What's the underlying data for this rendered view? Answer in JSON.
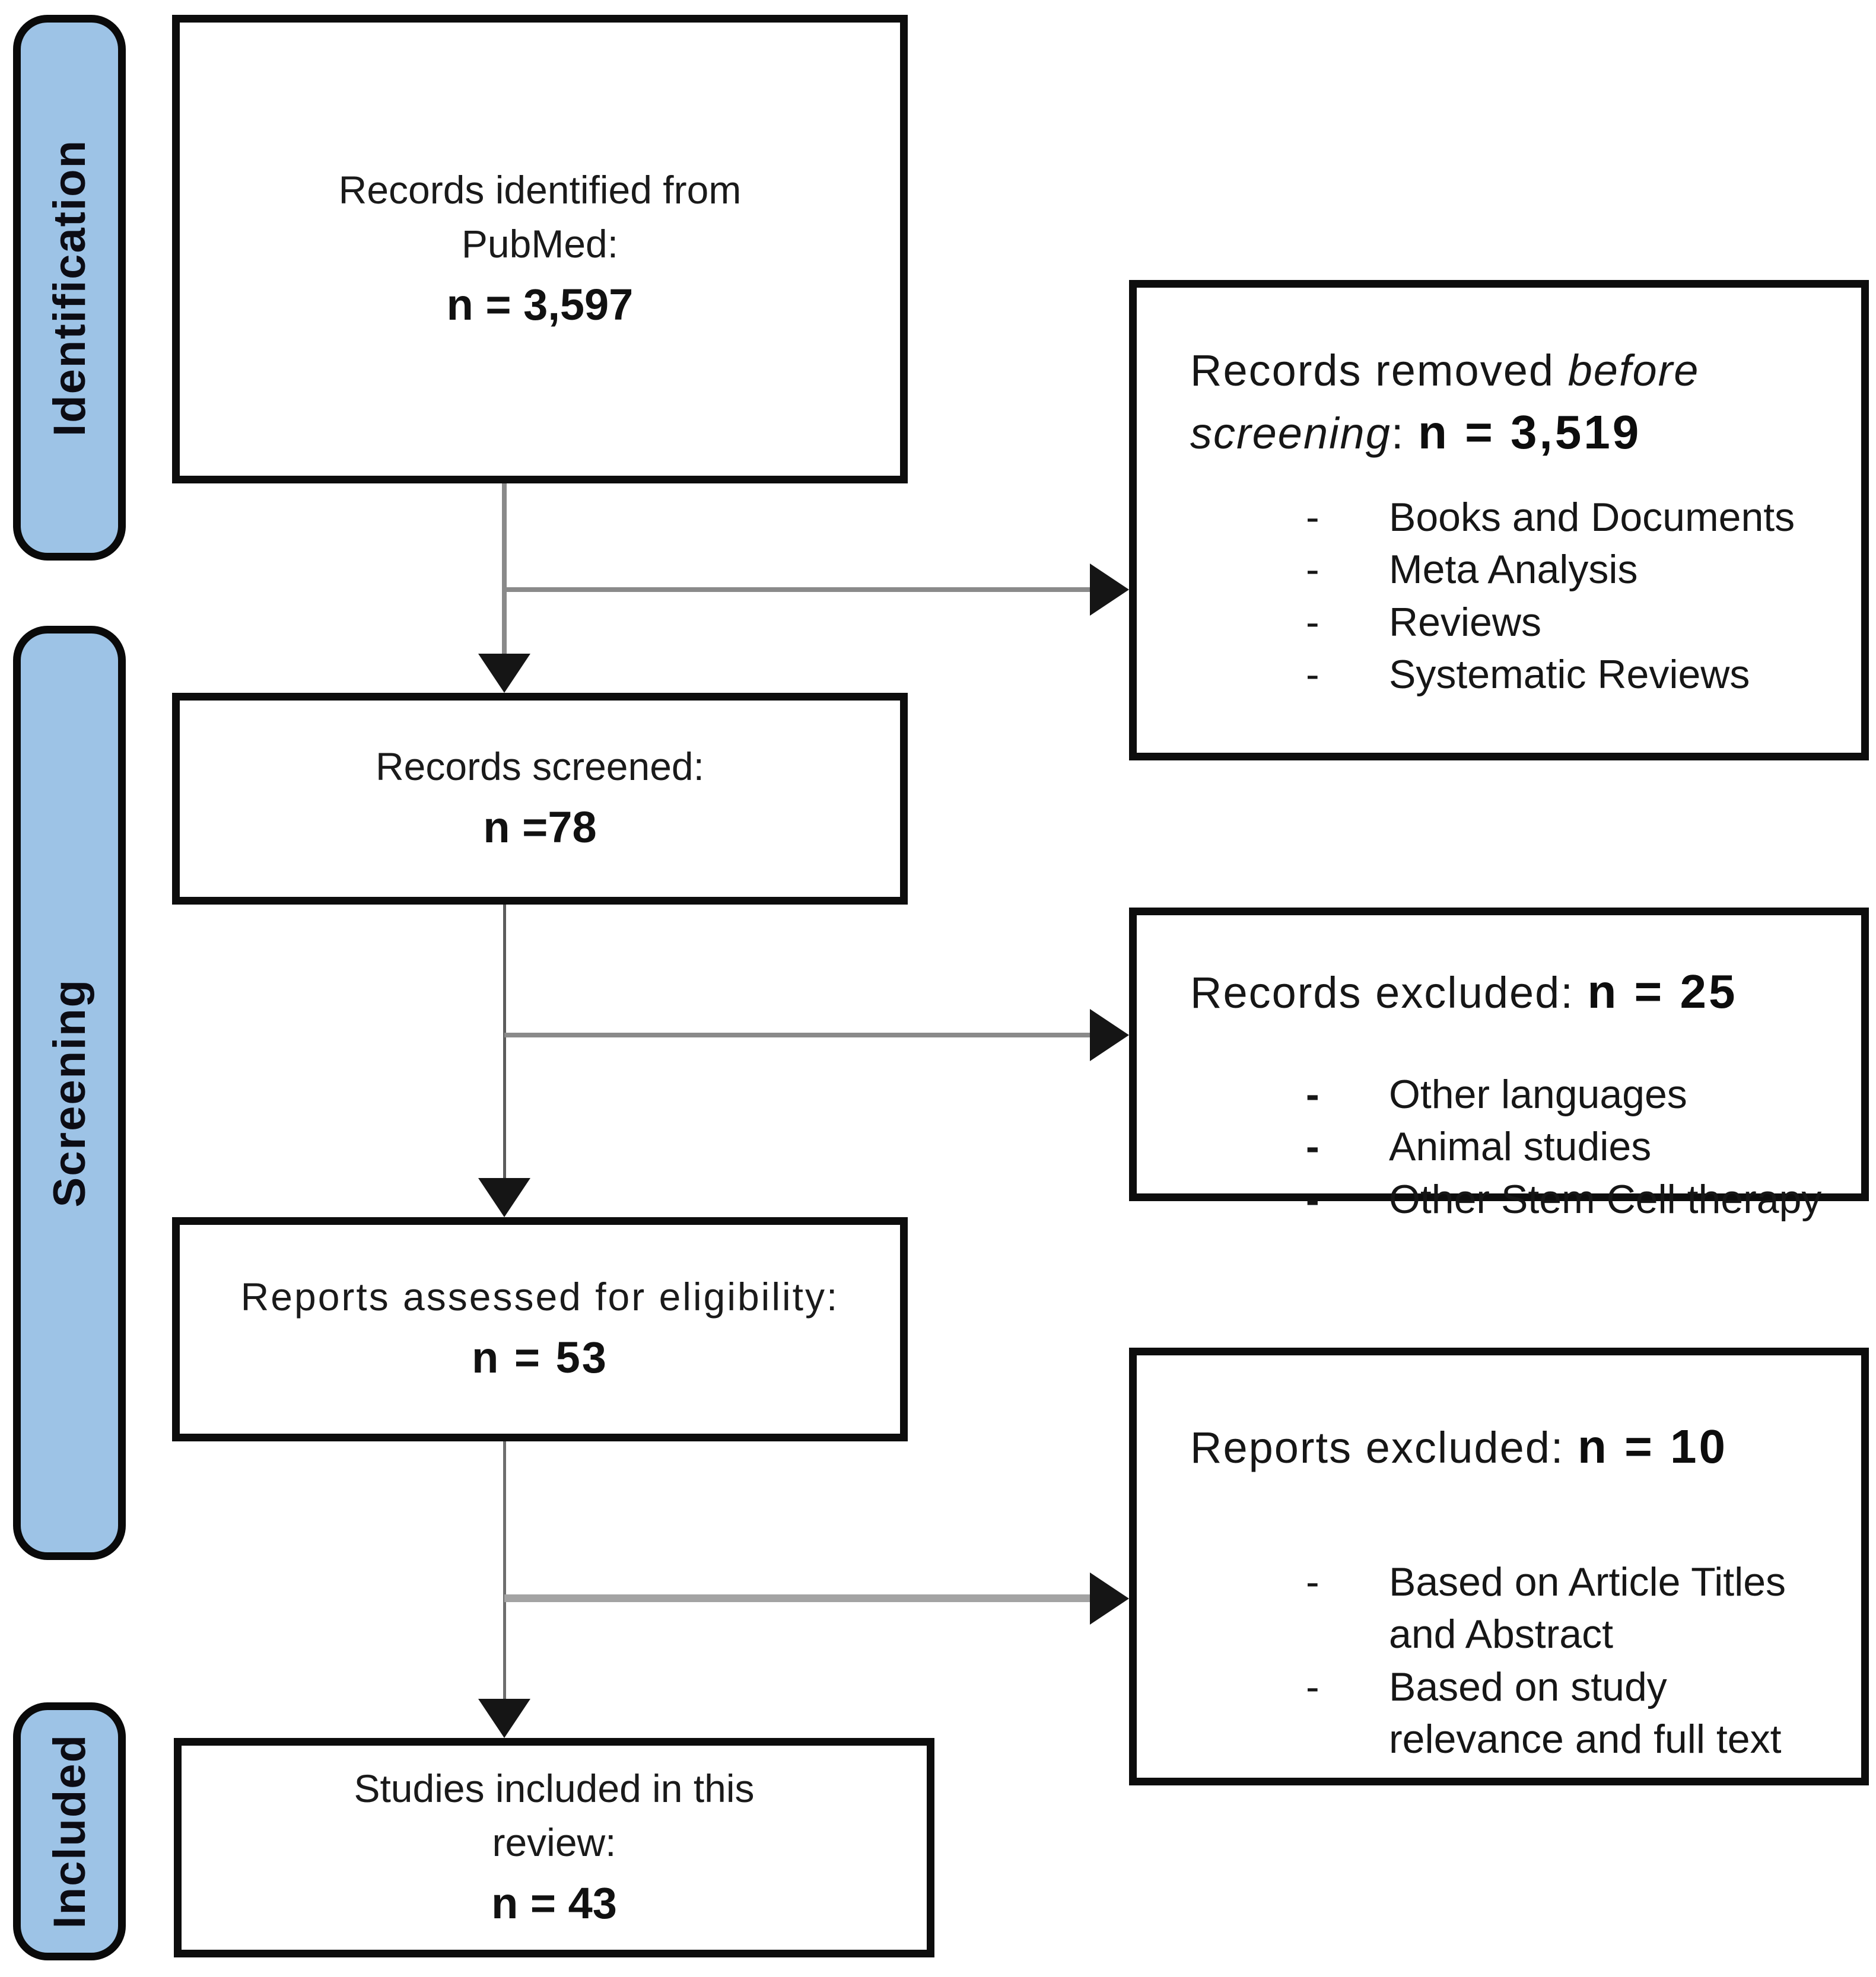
{
  "stages": [
    {
      "label": "Identification"
    },
    {
      "label": "Screening"
    },
    {
      "label": "Included"
    }
  ],
  "boxes": {
    "identified": {
      "line1": "Records identified from",
      "line2": "PubMed:",
      "count": "n = 3,597"
    },
    "screened": {
      "line1": "Records screened:",
      "count": "n =78"
    },
    "assessed": {
      "line1": "Reports assessed for eligibility:",
      "count": "n = 53"
    },
    "included": {
      "line1": "Studies included in this",
      "line2": "review:",
      "count": "n = 43"
    }
  },
  "side_boxes": {
    "removed": {
      "title_prefix": "Records removed ",
      "title_italic": "before\nscreening",
      "title_sep": ":  ",
      "count": "n = 3,519",
      "items": [
        "Books and Documents",
        "Meta Analysis",
        "Reviews",
        "Systematic Reviews"
      ]
    },
    "records_excluded": {
      "title_prefix": "Records excluded:  ",
      "count": "n = 25",
      "items": [
        "Other languages",
        "Animal studies",
        "Other Stem Cell therapy"
      ]
    },
    "reports_excluded": {
      "title_prefix": "Reports excluded:  ",
      "count": "n = 10",
      "items": [
        "Based on Article Titles\nand Abstract",
        "Based on study\nrelevance and full text"
      ]
    }
  },
  "bullet": "-",
  "colors": {
    "stage_fill": "#9dc3e6",
    "stage_border": "#0a0a0a",
    "box_border": "#0d0d0d",
    "line_gray": "#8a8a8a",
    "arrowhead_black": "#151515",
    "background": "#ffffff"
  }
}
